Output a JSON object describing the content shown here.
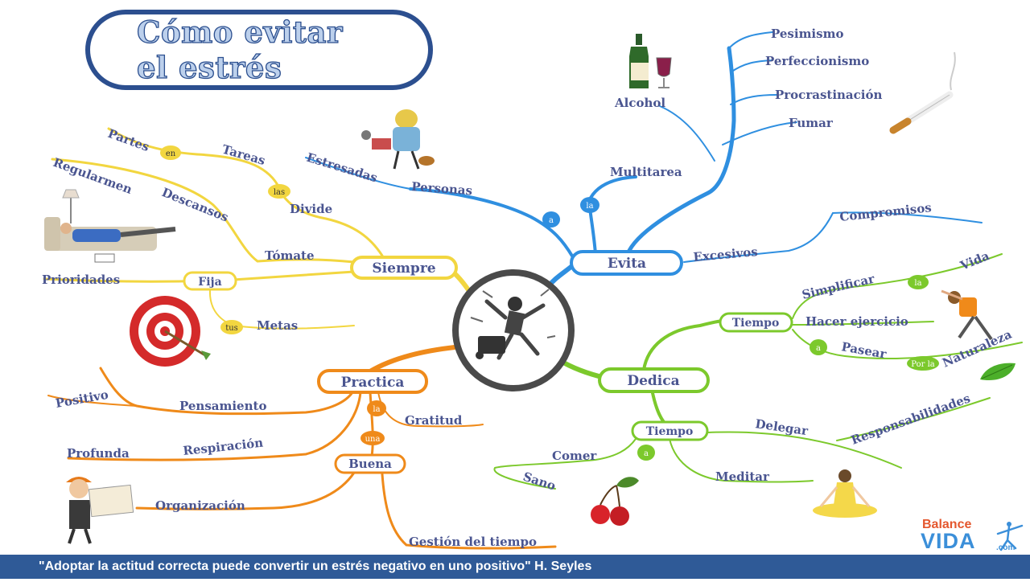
{
  "title": {
    "line1": "Cómo evitar",
    "line2": "el estrés"
  },
  "footer": {
    "quote": "\"Adoptar la actitud correcta puede convertir un estrés negativo en uno positivo\" H. Seyles"
  },
  "brand": {
    "top": "Balance",
    "main": "VIDA",
    "suffix": ".com"
  },
  "colors": {
    "evita": "#2f8fe0",
    "siempre": "#f2d640",
    "practica": "#ef8a1a",
    "dedica": "#7cc92c",
    "title": "#2c4f8f",
    "footer": "#2f5a97",
    "text": "#3f4aa8"
  },
  "nodes": {
    "evita": "Evita",
    "siempre": "Siempre",
    "practica": "Practica",
    "dedica": "Dedica",
    "fija": "Fija",
    "buena": "Buena",
    "tiempo1": "Tiempo",
    "tiempo2": "Tiempo"
  },
  "connectors": {
    "evita_a": "a",
    "evita_la": "la",
    "siempre_en": "en",
    "siempre_las": "las",
    "siempre_tus": "tus",
    "practica_la": "la",
    "practica_una": "una",
    "dedica_la": "la",
    "dedica_a": "a",
    "dedica_por_la": "Por la",
    "dedica_a2": "a"
  },
  "labels": {
    "pesimismo": "Pesimismo",
    "perfeccionismo": "Perfeccionismo",
    "procrastinacion": "Procrastinación",
    "fumar": "Fumar",
    "alcohol": "Alcohol",
    "multitarea": "Multitarea",
    "personas": "Personas",
    "estresadas": "Estresadas",
    "compromisos": "Compromisos",
    "excesivos": "Excesivos",
    "partes": "Partes",
    "tareas": "Tareas",
    "divide": "Divide",
    "regularmen": "Regularmen",
    "descansos": "Descansos",
    "tomate": "Tómate",
    "prioridades": "Prioridades",
    "metas": "Metas",
    "positivo": "Positivo",
    "pensamiento": "Pensamiento",
    "gratitud": "Gratitud",
    "profunda": "Profunda",
    "respiracion": "Respiración",
    "organizacion": "Organización",
    "gestion": "Gestión del tiempo",
    "simplificar": "Simplificar",
    "vida": "Vida",
    "ejercicio": "Hacer ejercicio",
    "pasear": "Pasear",
    "naturaleza": "Naturaleza",
    "delegar": "Delegar",
    "responsabilidades": "Responsabilidades",
    "comer": "Comer",
    "sano": "Sano",
    "meditar": "Meditar"
  }
}
